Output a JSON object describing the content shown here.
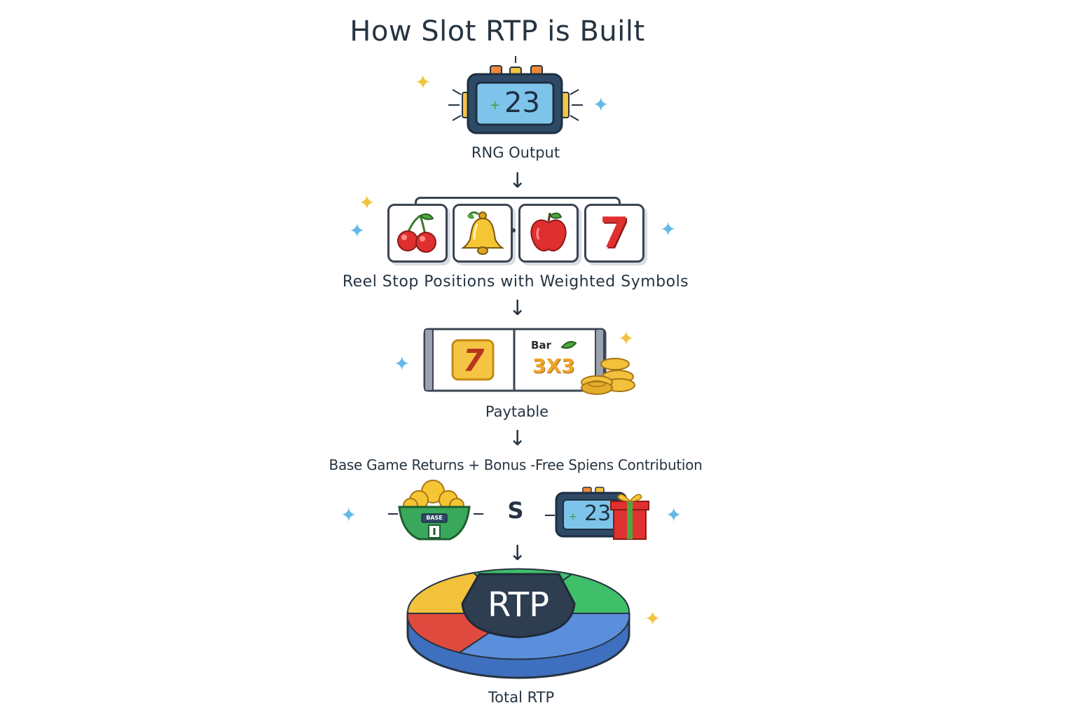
{
  "title": "How Slot RTP is Built",
  "steps": {
    "rng": {
      "label": "RNG Output",
      "display_value": "23"
    },
    "reels": {
      "label": "Reel Stop Positions with Weighted Symbols",
      "symbols": [
        "cherry-icon",
        "bell-icon",
        "apple-icon",
        "seven-icon"
      ],
      "seven_text": "7"
    },
    "paytable": {
      "label": "Paytable",
      "symbol_text": "7",
      "small_text": "Bar",
      "multiplier_text": "3X3"
    },
    "contributions": {
      "label": "Base Game Returns + Bonus -Free Spiens Contribution",
      "pot_text": "BASE",
      "operator": "S",
      "bonus_display_value": "23"
    },
    "total": {
      "label": "Total RTP",
      "center_text": "RTP"
    }
  },
  "colors": {
    "accent_blue": "#5b8fdc",
    "accent_green": "#3fbf6a",
    "accent_red": "#e04a3e",
    "accent_yellow": "#f2c23c",
    "dark_navy": "#2e4a66",
    "screen_blue": "#7ec4ea"
  }
}
